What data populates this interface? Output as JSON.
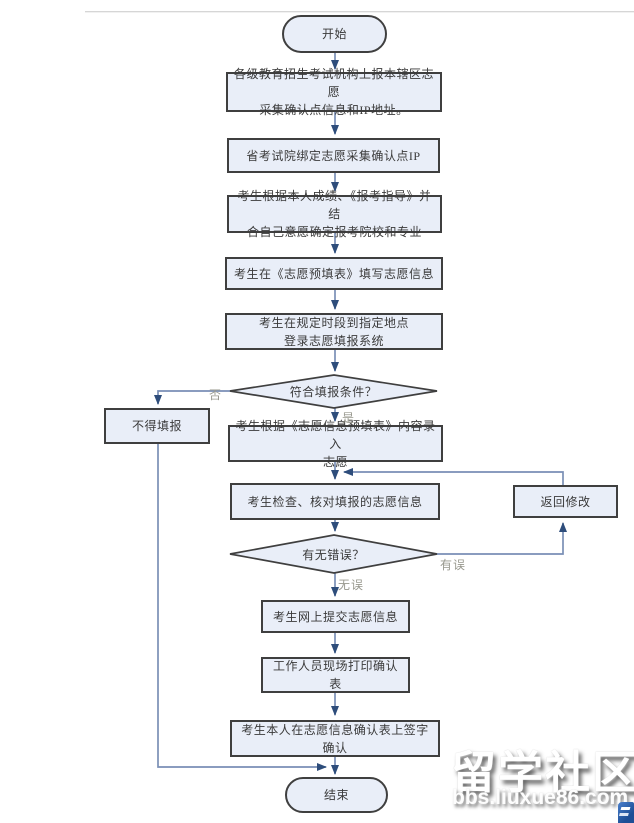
{
  "colors": {
    "node_fill": "#e9eef8",
    "node_border": "#3f3f3f",
    "line": "#7a8fb6",
    "arrowhead": "#2e4d7b",
    "edge_label": "#98988e",
    "node_text": "#3a3a3a"
  },
  "flowchart": {
    "nodes": {
      "start": {
        "label": "开始"
      },
      "report_info": {
        "label": "各级教育招生考试机构上报本辖区志愿\n采集确认点信息和IP地址。"
      },
      "bind_ip": {
        "label": "省考试院绑定志愿采集确认点IP"
      },
      "choose_school": {
        "label": "考生根据本人成绩、《报考指导》并结\n合自己意愿确定报考院校和专业"
      },
      "prefill_form": {
        "label": "考生在《志愿预填表》填写志愿信息"
      },
      "login_system": {
        "label": "考生在规定时段到指定地点\n登录志愿填报系统"
      },
      "qualify_decision": {
        "label": "符合填报条件？"
      },
      "deny": {
        "label": "不得填报"
      },
      "input_volunteer": {
        "label": "考生根据《志愿信息预填表》内容录入\n志愿"
      },
      "check_info": {
        "label": "考生检查、核对填报的志愿信息"
      },
      "return_fix": {
        "label": "返回修改"
      },
      "error_decision": {
        "label": "有无错误？"
      },
      "submit_online": {
        "label": "考生网上提交志愿信息"
      },
      "print_confirm": {
        "label": "工作人员现场打印确认表"
      },
      "sign_confirm": {
        "label": "考生本人在志愿信息确认表上签字确认"
      },
      "end": {
        "label": "结束"
      }
    },
    "edge_labels": {
      "no": "否",
      "yes": "是",
      "has_error": "有误",
      "no_error": "无误"
    }
  },
  "watermark": {
    "site_name": "留学社区",
    "site_url": "bbs.liuxue86.com"
  }
}
